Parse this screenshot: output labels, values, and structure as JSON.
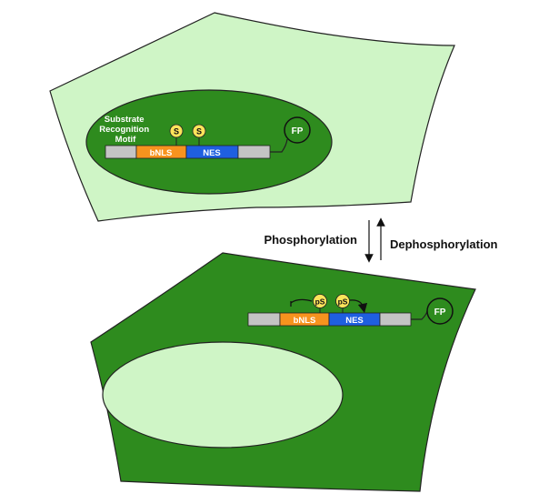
{
  "colors": {
    "light_green": "#cff5c6",
    "dark_green": "#2e8b1e",
    "gray": "#c4c4c4",
    "orange": "#f7931e",
    "blue": "#1f5fe0",
    "yellow": "#fde45a",
    "black": "#111111"
  },
  "top_cell": {
    "motif_label": [
      "Substrate",
      "Recognition",
      "Motif"
    ],
    "bnls_label": "bNLS",
    "nes_label": "NES",
    "site1_label": "S",
    "site2_label": "S",
    "fp_label": "FP"
  },
  "arrows": {
    "forward_label": "Phosphorylation",
    "reverse_label": "Dephosphorylation"
  },
  "bottom_cell": {
    "bnls_label": "bNLS",
    "nes_label": "NES",
    "site1_label": "pS",
    "site2_label": "pS",
    "fp_label": "FP"
  }
}
